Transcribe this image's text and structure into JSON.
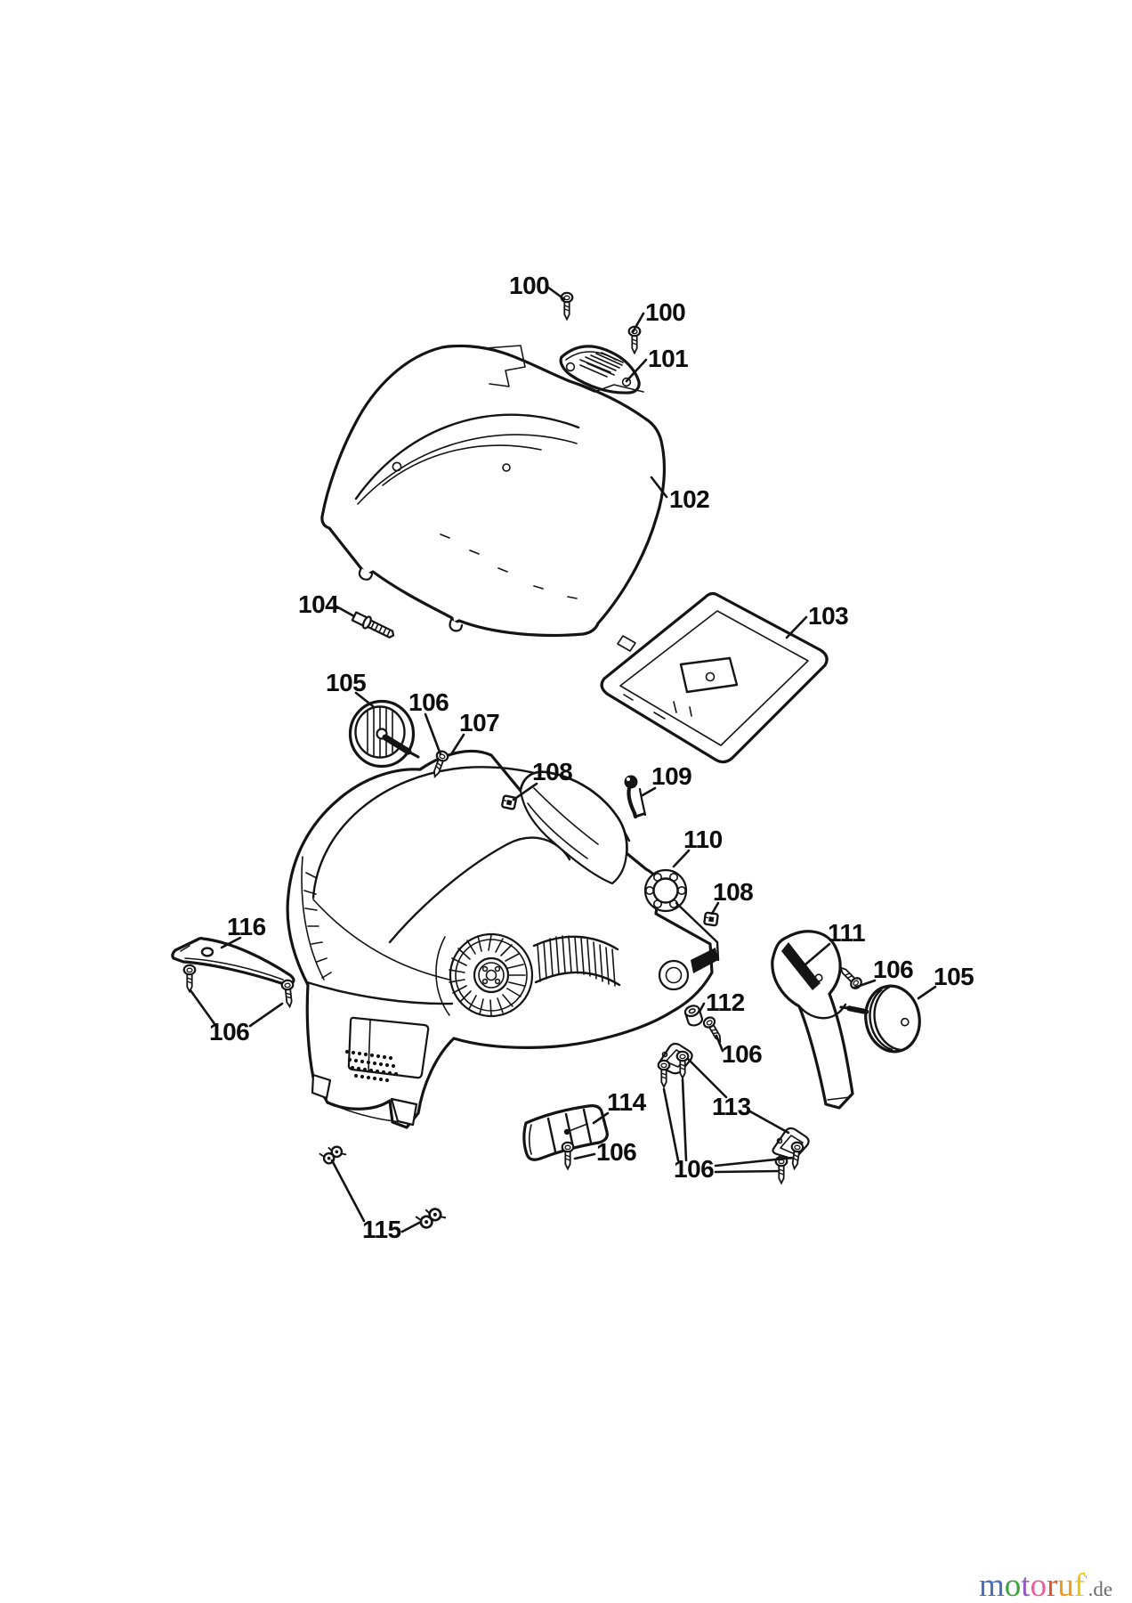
{
  "diagram": {
    "type": "exploded-parts-diagram",
    "background": "#ffffff",
    "line_color": "#141414",
    "labels": [
      {
        "text": "100"
      },
      {
        "text": "100"
      },
      {
        "text": "101"
      },
      {
        "text": "102"
      },
      {
        "text": "103"
      },
      {
        "text": "104"
      },
      {
        "text": "105"
      },
      {
        "text": "106"
      },
      {
        "text": "107"
      },
      {
        "text": "108"
      },
      {
        "text": "109"
      },
      {
        "text": "110"
      },
      {
        "text": "108"
      },
      {
        "text": "111"
      },
      {
        "text": "106"
      },
      {
        "text": "105"
      },
      {
        "text": "112"
      },
      {
        "text": "106"
      },
      {
        "text": "113"
      },
      {
        "text": "114"
      },
      {
        "text": "106"
      },
      {
        "text": "106"
      },
      {
        "text": "115"
      },
      {
        "text": "116"
      },
      {
        "text": "106"
      }
    ]
  },
  "watermark": {
    "letters": [
      {
        "char": "m",
        "color": "#4a6ec2"
      },
      {
        "char": "o",
        "color": "#3fa33f"
      },
      {
        "char": "t",
        "color": "#8f58c4"
      },
      {
        "char": "o",
        "color": "#ef5ba1"
      },
      {
        "char": "r",
        "color": "#e8512b"
      },
      {
        "char": "u",
        "color": "#f29a19"
      },
      {
        "char": "f",
        "color": "#eec411"
      }
    ],
    "mark": "'",
    "mark_color": "#8a8a8a",
    "suffix": ".de",
    "suffix_color": "#6b6b6b"
  }
}
